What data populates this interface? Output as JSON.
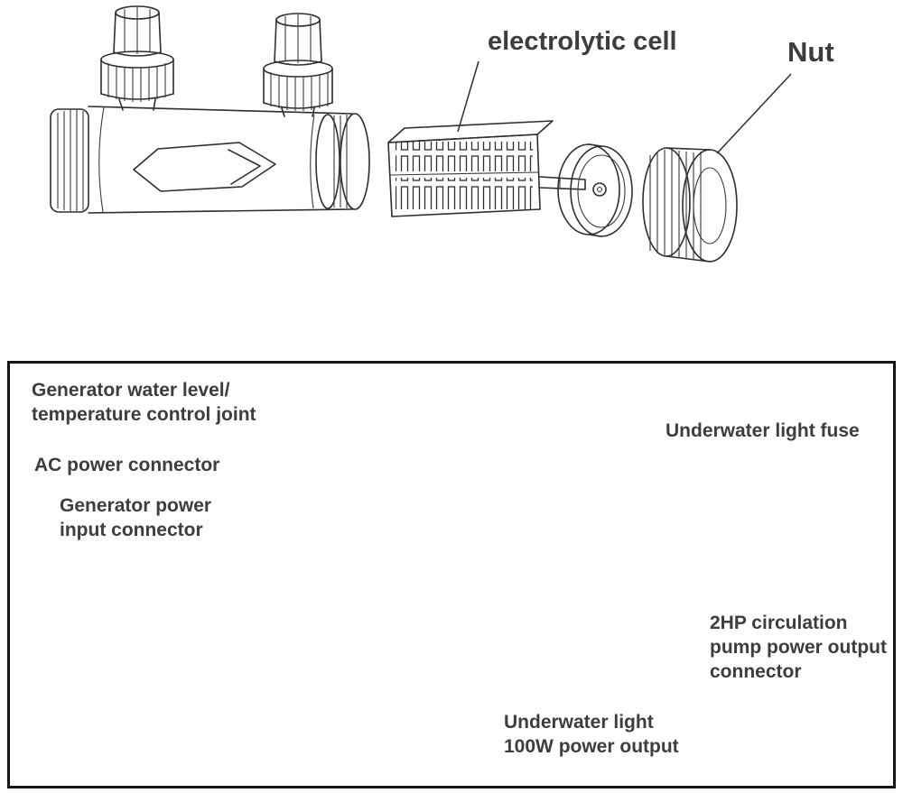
{
  "page": {
    "background": "#ffffff",
    "line_color": "#2e2e2e",
    "text_color": "#3d3d3d"
  },
  "top_diagram": {
    "labels": {
      "electrolytic_cell": "electrolytic cell",
      "nut": "Nut"
    }
  },
  "bottom_diagram": {
    "labels": {
      "generator_water_joint": "Generator water level/\ntemperature control joint",
      "ac_power": "AC power connector",
      "generator_power_input": "Generator power\ninput connector",
      "underwater_light_fuse": "Underwater light fuse",
      "pump_output": "2HP circulation\npump power output\nconnector",
      "underwater_light_output": "Underwater light\n100W power output"
    }
  }
}
